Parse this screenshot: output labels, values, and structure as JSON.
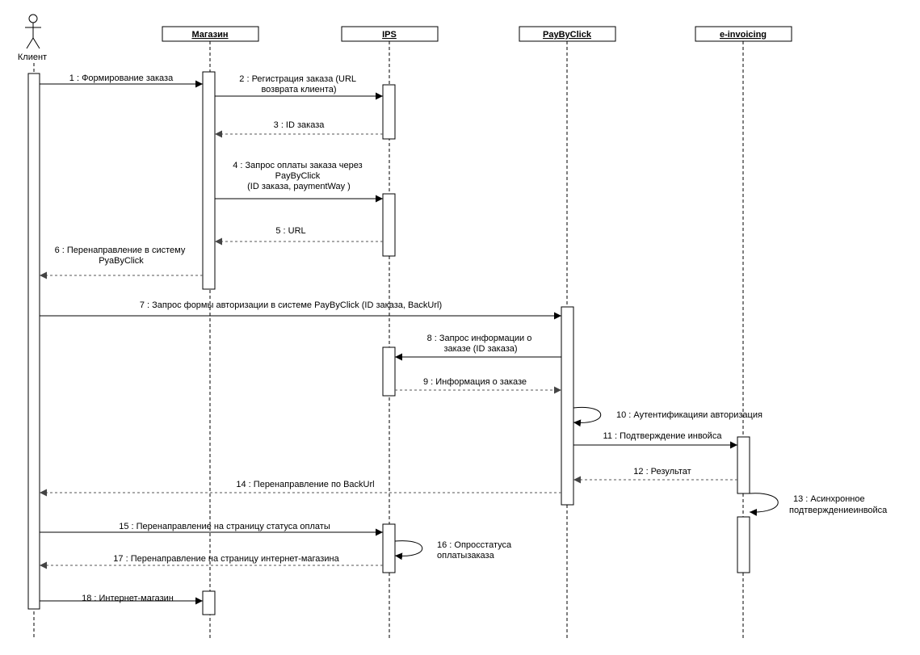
{
  "actor": {
    "label": "Клиент"
  },
  "objects": [
    {
      "id": "shop",
      "label": "Магазин"
    },
    {
      "id": "ips",
      "label": "IPS"
    },
    {
      "id": "pbc",
      "label": "PayByClick"
    },
    {
      "id": "einv",
      "label": "e-invoicing"
    }
  ],
  "messages": [
    {
      "id": "m1",
      "from": "client",
      "to": "shop",
      "kind": "sync",
      "lines": [
        "1 : Формирование заказа"
      ]
    },
    {
      "id": "m2",
      "from": "shop",
      "to": "ips",
      "kind": "sync",
      "lines": [
        "2 : Регистрация заказа (URL",
        "возврата клиента)"
      ]
    },
    {
      "id": "m3",
      "from": "ips",
      "to": "shop",
      "kind": "return",
      "lines": [
        "3 : ID заказа"
      ]
    },
    {
      "id": "m4",
      "from": "shop",
      "to": "ips",
      "kind": "sync",
      "lines": [
        "4  : Запрос оплаты заказа через",
        "PayByClick",
        "(ID заказа, paymentWay )"
      ]
    },
    {
      "id": "m5",
      "from": "ips",
      "to": "shop",
      "kind": "return",
      "lines": [
        "5 : URL"
      ]
    },
    {
      "id": "m6",
      "from": "shop",
      "to": "client",
      "kind": "return",
      "lines": [
        "6  : Перенаправление в систему",
        "PyaByClick"
      ]
    },
    {
      "id": "m7",
      "from": "client",
      "to": "pbc",
      "kind": "sync",
      "lines": [
        "7 : Запрос формы авторизации в системе PayByClick (ID заказа, BackUrl)"
      ]
    },
    {
      "id": "m8",
      "from": "pbc",
      "to": "ips",
      "kind": "sync",
      "lines": [
        "8 : Запрос информации о",
        "заказе (ID заказа)"
      ]
    },
    {
      "id": "m9",
      "from": "ips",
      "to": "pbc",
      "kind": "return",
      "lines": [
        "9  : Информация о заказе"
      ]
    },
    {
      "id": "m10",
      "from": "pbc",
      "to": "pbc",
      "kind": "self",
      "lines": [
        "10 : Аутентификацияи авторизация"
      ]
    },
    {
      "id": "m11",
      "from": "pbc",
      "to": "einv",
      "kind": "sync",
      "lines": [
        "11 : Подтверждение инвойса"
      ]
    },
    {
      "id": "m12",
      "from": "einv",
      "to": "pbc",
      "kind": "return",
      "lines": [
        "12 : Результат"
      ]
    },
    {
      "id": "m14",
      "from": "pbc",
      "to": "client",
      "kind": "return",
      "lines": [
        "14 : Перенаправление по BackUrl"
      ]
    },
    {
      "id": "m13",
      "from": "einv",
      "to": "einv",
      "kind": "self",
      "lines": [
        "13 : Асинхронное",
        "подтверждениеинвойса"
      ]
    },
    {
      "id": "m15",
      "from": "client",
      "to": "ips",
      "kind": "sync",
      "lines": [
        "15 : Перенаправление на страницу статуса оплаты"
      ]
    },
    {
      "id": "m16",
      "from": "ips",
      "to": "ips",
      "kind": "self",
      "lines": [
        "16 : Опросстатуса",
        "оплатызаказа"
      ]
    },
    {
      "id": "m17",
      "from": "ips",
      "to": "client",
      "kind": "return",
      "lines": [
        "17 : Перенаправление на страницу интернет-магазина"
      ]
    },
    {
      "id": "m18",
      "from": "client",
      "to": "shop",
      "kind": "sync",
      "lines": [
        "18 : Интернет-магазин"
      ]
    }
  ]
}
